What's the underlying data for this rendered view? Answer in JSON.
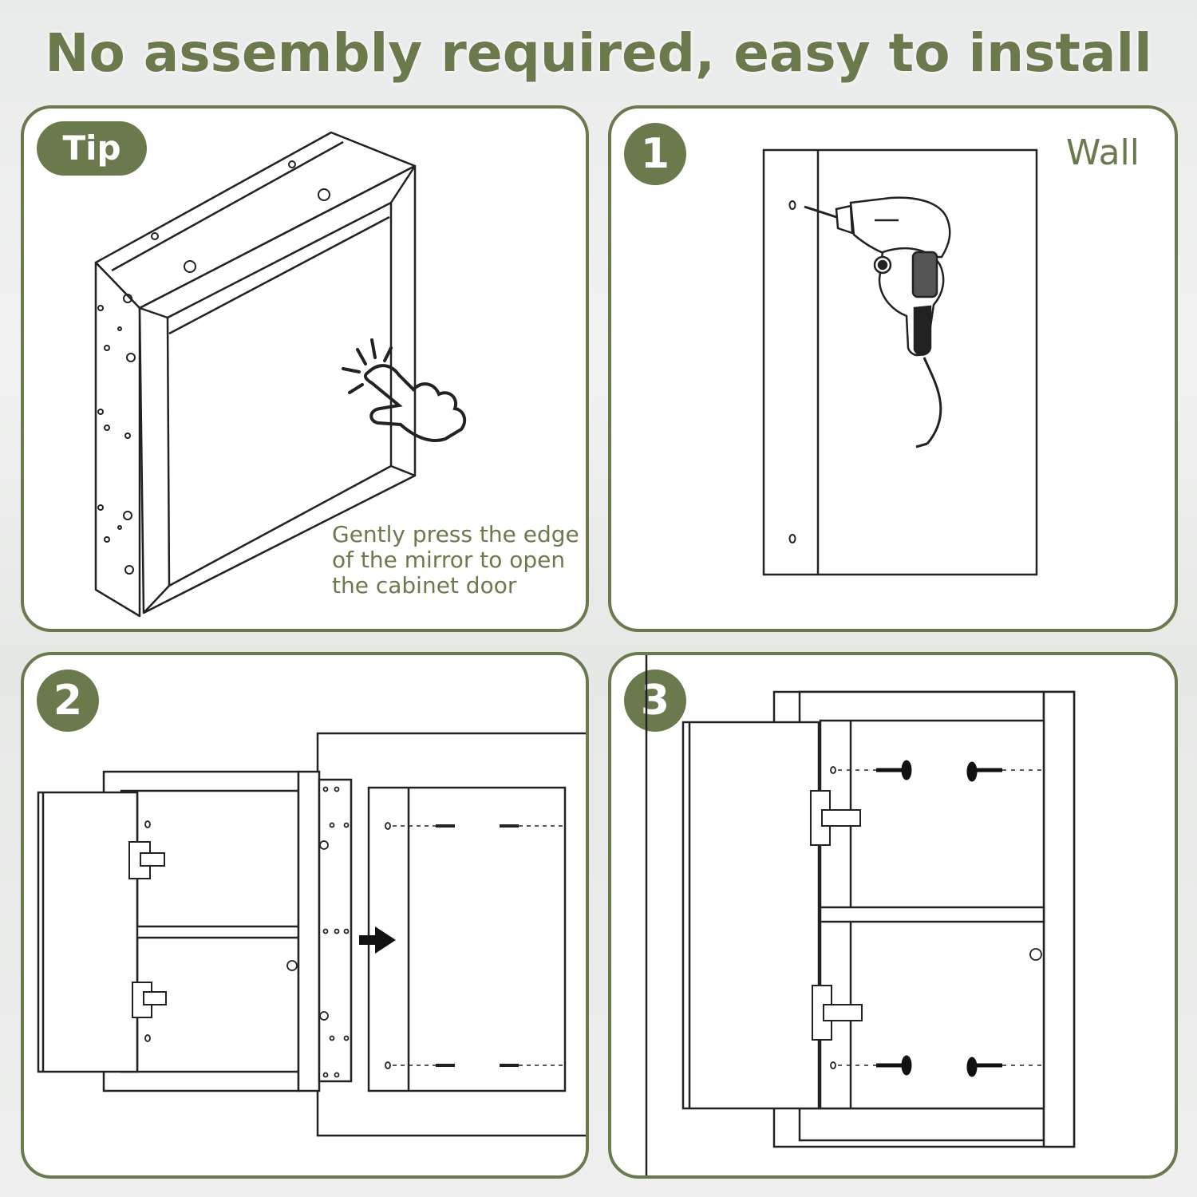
{
  "headline": "No assembly required, easy to install",
  "panels": {
    "tip": {
      "badge": "Tip",
      "caption": "Gently press the edge of the mirror to open the cabinet door"
    },
    "step1": {
      "badge": "1",
      "label": "Wall"
    },
    "step2": {
      "badge": "2"
    },
    "step3": {
      "badge": "3"
    }
  },
  "colors": {
    "accent": "#6b7a4c",
    "line": "#222222",
    "panel_bg": "#ffffff"
  },
  "icons": [
    "press-hand-icon",
    "drill-icon",
    "arrow-right-icon",
    "hinge-icon",
    "screw-icon"
  ]
}
